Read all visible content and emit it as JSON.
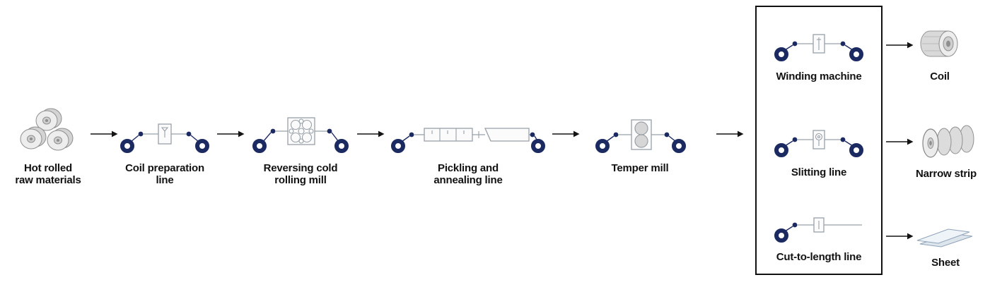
{
  "diagram": {
    "stages": [
      {
        "label": "Hot rolled\nraw materials"
      },
      {
        "label": "Coil preparation\nline"
      },
      {
        "label": "Reversing cold\nrolling mill"
      },
      {
        "label": "Pickling and\nannealing line"
      },
      {
        "label": "Temper mill"
      }
    ],
    "finishing_lines": [
      {
        "label": "Winding machine"
      },
      {
        "label": "Slitting line"
      },
      {
        "label": "Cut-to-length line"
      }
    ],
    "outputs": [
      {
        "label": "Coil"
      },
      {
        "label": "Narrow strip"
      },
      {
        "label": "Sheet"
      }
    ]
  },
  "colors": {
    "navy": "#1c2a62",
    "line": "#98a0a8",
    "box_fill": "#fbfbfb",
    "metal": "#d6d6d6",
    "arrow": "#141414",
    "text": "#121212"
  }
}
